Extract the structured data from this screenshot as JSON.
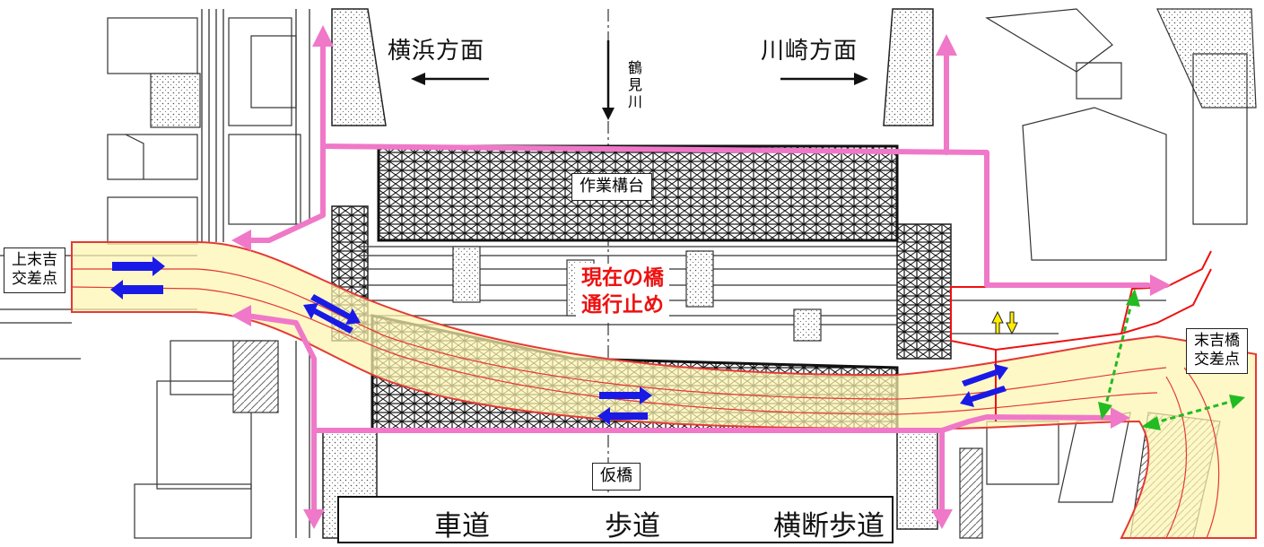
{
  "directions": {
    "yokohama": "横浜方面",
    "kawasaki": "川崎方面"
  },
  "river": [
    "鶴",
    "見",
    "川"
  ],
  "labels": {
    "work_platform": "作業構台",
    "temporary_bridge": "仮橋",
    "current_bridge_closed_line1": "現在の橋",
    "current_bridge_closed_line2": "通行止め"
  },
  "intersections": {
    "kamisuekichi": [
      "上末吉",
      "交差点"
    ],
    "suekichibashi": [
      "末吉橋",
      "交差点"
    ]
  },
  "legend": {
    "roadway": "車道",
    "sidewalk": "歩道",
    "crosswalk": "横断歩道"
  },
  "colors": {
    "roadway_fill": "#fdf5b0",
    "roadway_outline": "#e53935",
    "sidewalk_arrow": "#f078c8",
    "crosswalk_arrow": "#22bb22",
    "traffic_arrow": "#1a1ae6",
    "closed_text": "#ee1111",
    "yellow_arrow": "#ffee00"
  },
  "icons": [
    "left-arrow-icon",
    "right-arrow-icon",
    "down-arrow-icon",
    "pink-double-arrow-icon",
    "green-double-arrow-icon"
  ]
}
